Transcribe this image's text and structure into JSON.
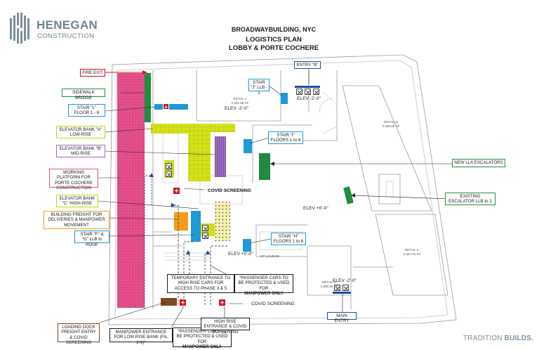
{
  "logo": {
    "name": "HENEGAN",
    "sub": "CONSTRUCTION"
  },
  "title": {
    "line1": "BROADWAYBUILDING, NYC",
    "line2": "LOGISTICS PLAN",
    "line3": "LOBBY & PORTE COCHERE"
  },
  "tagline": {
    "part1": "TRADITION ",
    "part2": "BUILDS."
  },
  "labels": {
    "fire_exit": "FIRE EXIT",
    "sidewalk_bridge": "SIDEWALK BRIDGE",
    "stair_l": "STAIR \"L\" FLOOR 1 - 6",
    "elev_a": "ELEVATOR BANK \"A\" LOW-RISE",
    "elev_b": "ELEVATOR BANK \"B\" MID-RISE",
    "working_platform": "WORKING PLATFORM FOR PORTE COCHERE CONSTRUCTION",
    "elev_c": "ELEVATOR BANK \"C\" HIGH-RISE",
    "building_freight": "BUILDING FREIGHT FOR DELIVERIES & MANPOWER MOVEMENT",
    "stair_f_g": "STAIR \"F\" & \"G\" LLB to ROOF",
    "loading_dock": "LOADING DOCK FREIGHT ENTRY & COVID SCREENING",
    "manpower_entrance": "MANPOWER ENTRANCE FOR LOW RISE BANK (Fls. 2-6)*",
    "passenger_note_1a": "*PASSENGER CARS TO BE PROTECTED & USED FOR",
    "passenger_note_1b": "MANPOWER ONLY",
    "temporary_entrance": "TEMPORARY ENTRANCE TO HIGH RISE CARS FOR ACCESS TO PHASE 3 & 5",
    "passenger_note_2a": "*PASSENGER CARS TO BE PROTECTED & USED FOR",
    "passenger_note_2b": "MANPOWER ONLY",
    "high_rise_entrance": "HIGH RISE ENTRANCE & COVID SCREENING",
    "covid_screening_upper": "COVID SCREENING",
    "covid_screening_lower": "COVID SCREENING",
    "entry_b": "ENTRY \"B\"",
    "stair_j": "STAIR \"J\" LLB - 1",
    "stair_i": "STAIR \"I\" FLOORS 1 to 6",
    "new_lla_escalators": "NEW LLA ESCALATORS",
    "existing_escalator": "EXISTING ESCALATOR LLB to 1",
    "stair_h": "STAIR \"H\" FLOORS 1 to 6",
    "main_entry": "MAIN ENTRY"
  },
  "plan_text": {
    "elev_minus2_top": "ELEV -2'-0\"",
    "elev_minus2_entry": "ELEV -2'-0\"",
    "elev_minus2_main": "ELEV -2'-0\"",
    "elev_0_center": "ELEV +0'-0\"",
    "elev_0_lobby": "ELEV +0'-0\"",
    "retail_a": "RETAIL A",
    "retail_a_sf": "2,201.68 SF",
    "retail_b": "RETAIL B",
    "retail_b_sf": "3,490.58 SF",
    "retail_c": "RETAIL C",
    "retail_c_sf": "2,427.04 SF",
    "retail_d": "RETAIL D",
    "retail_d_sf": "1,809.36 SF",
    "vip_lounge": "VIP LOUNGE"
  },
  "colors": {
    "fire_exit": "#d5161c",
    "sidewalk_bridge": "#1e8f3e",
    "stair": "#1f9ad6",
    "elev_a": "#d4e21a",
    "elev_b": "#9c6bc2",
    "working_platform": "#e54f8c",
    "building_freight": "#f39c1e",
    "loading_dock": "#7b4a22",
    "manpower": "#1a1a1a",
    "entry": "#1b4f9e"
  }
}
